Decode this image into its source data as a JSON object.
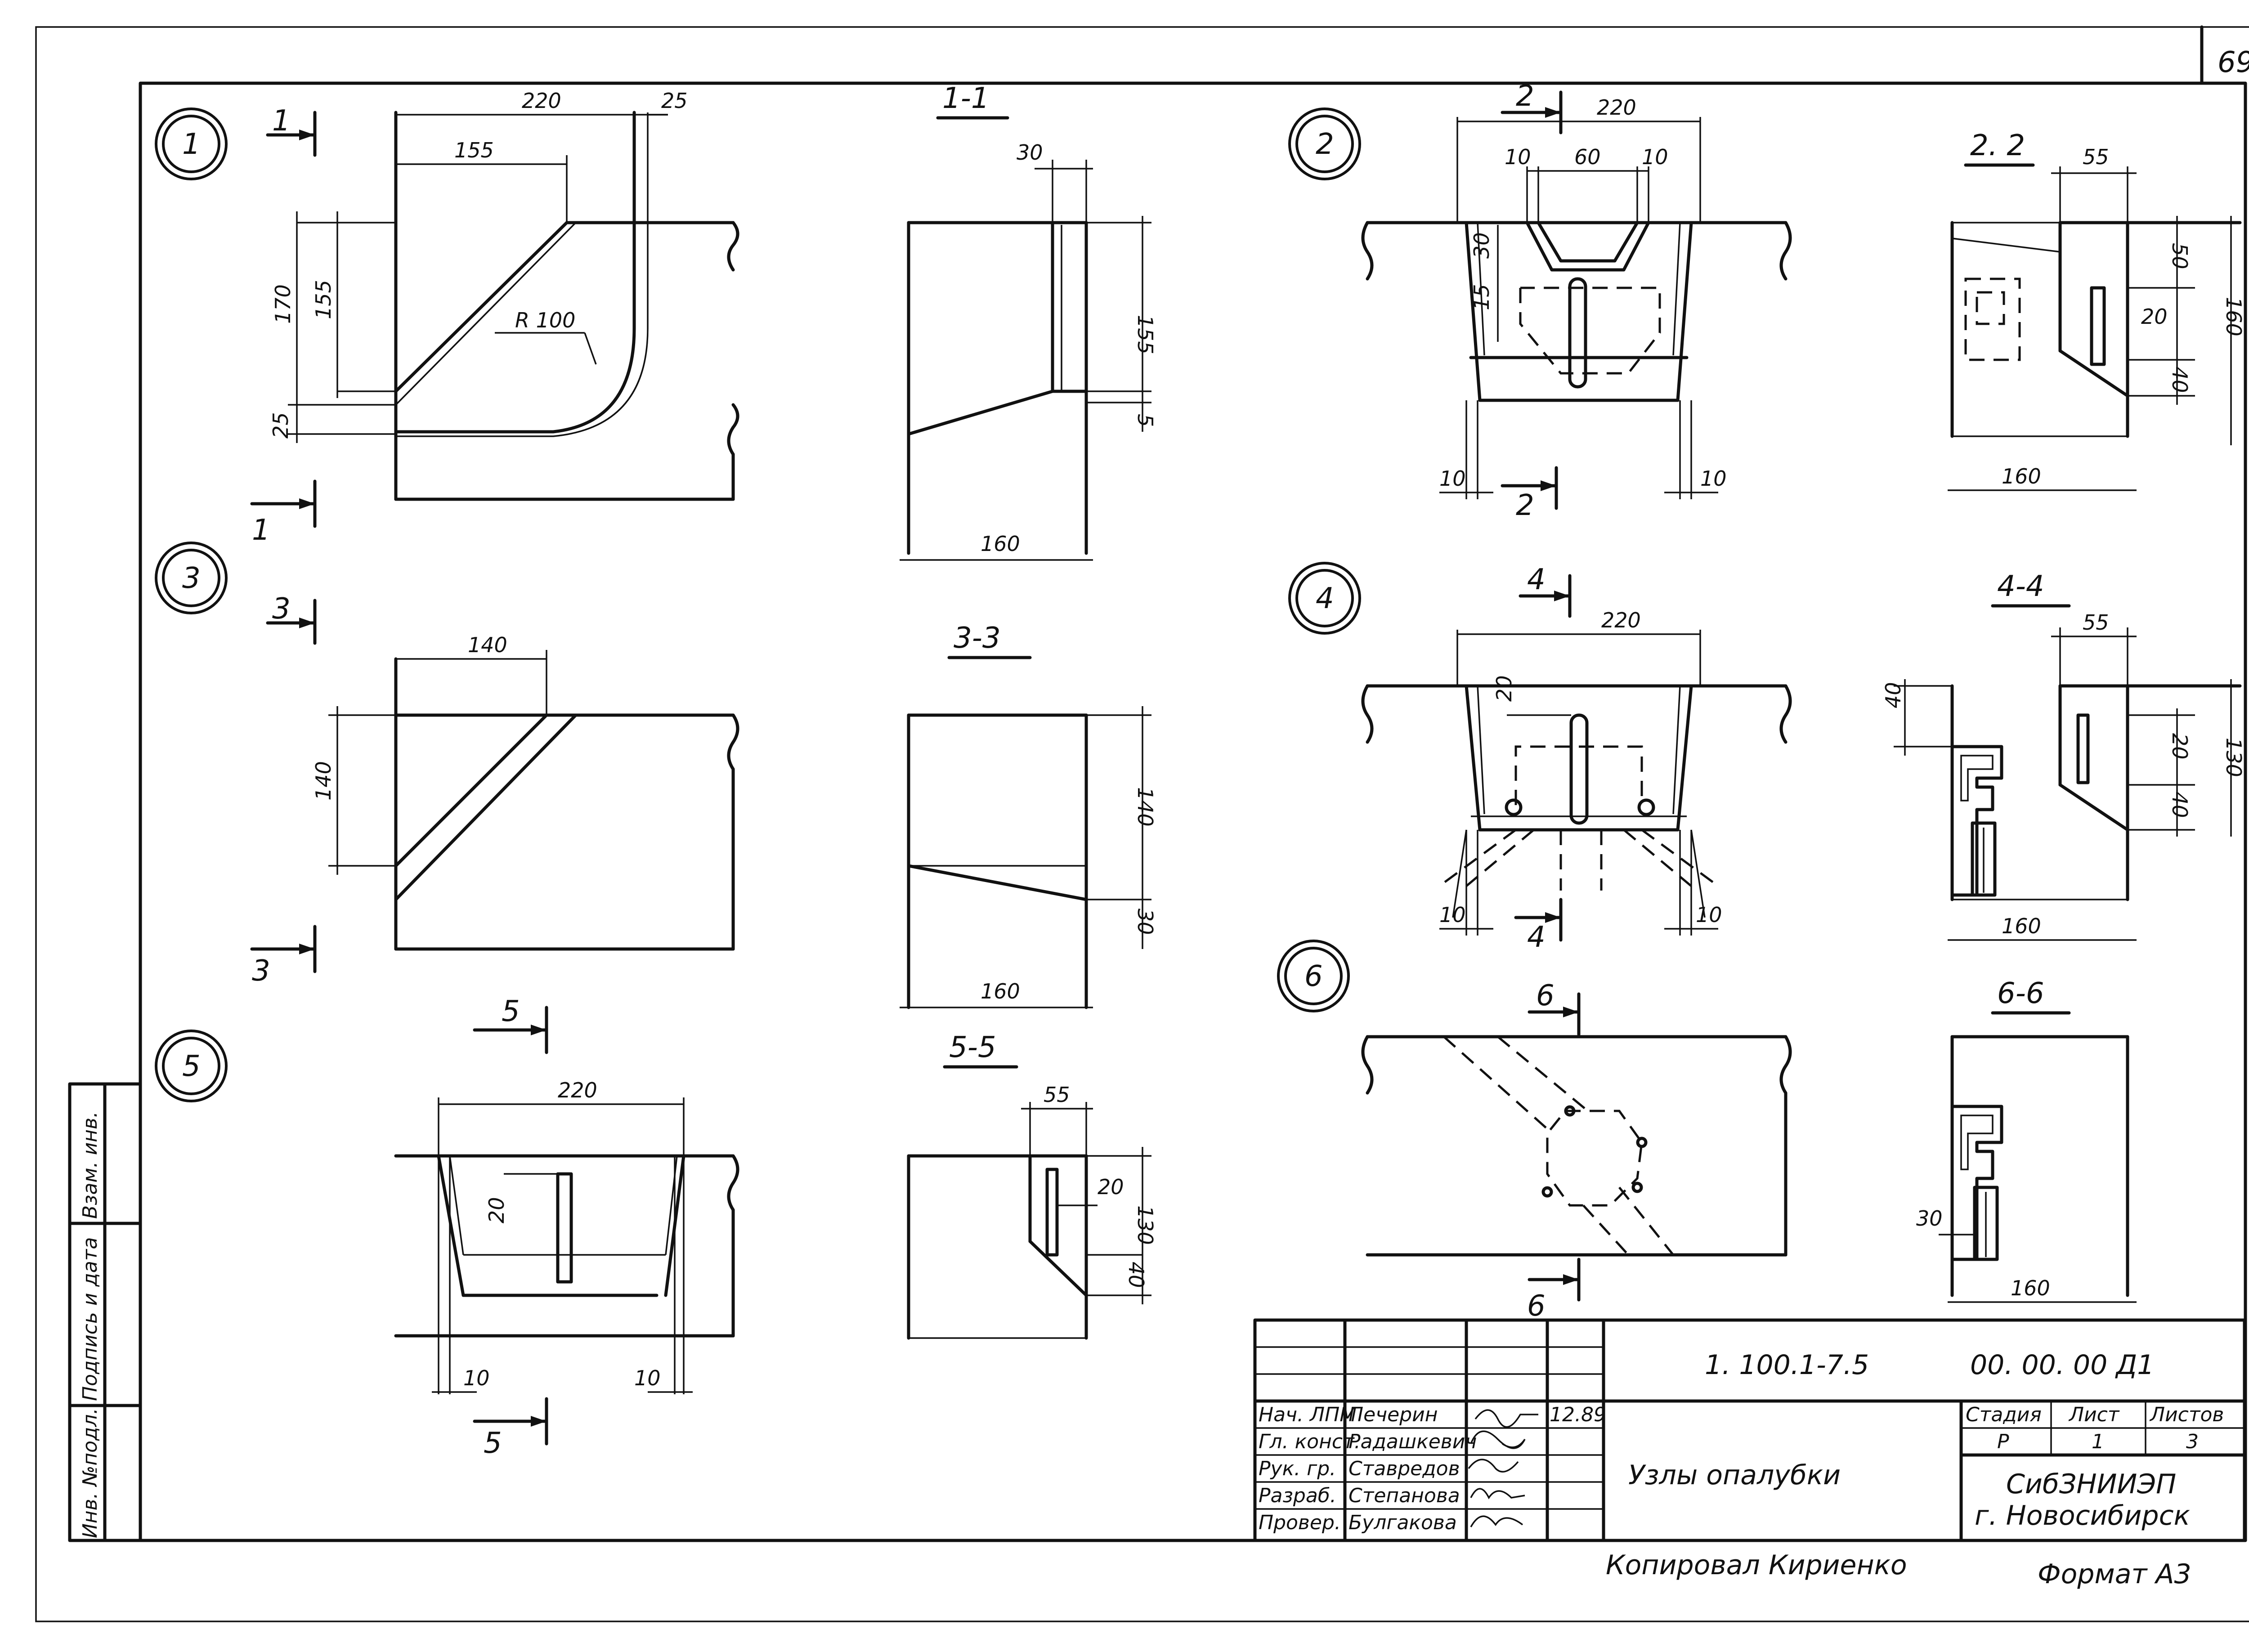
{
  "sheet": {
    "page_number": "69",
    "copied_by": "Копировал Кириенко",
    "format": "Формат А3"
  },
  "side_stamp": [
    "Инв. №подл.",
    "Подпись и дата",
    "Взам. инв."
  ],
  "nodes": {
    "n1": {
      "mark": "1",
      "section": "1-1",
      "cut": "1",
      "dims": {
        "w220": "220",
        "w155": "155",
        "w25": "25",
        "h170": "170",
        "h155": "155",
        "h25": "25",
        "r100": "R 100"
      },
      "sec_dims": {
        "t30": "30",
        "h155": "155",
        "h5": "5",
        "w160": "160"
      }
    },
    "n2": {
      "mark": "2",
      "section": "2. 2",
      "cut": "2",
      "dims": {
        "w220": "220",
        "w10a": "10",
        "w60": "60",
        "w10b": "10",
        "h30": "30",
        "h15": "15",
        "b10a": "10",
        "b10b": "10"
      },
      "sec_dims": {
        "w55": "55",
        "h50": "50",
        "h20": "20",
        "h160": "160",
        "h40": "40",
        "w160": "160"
      }
    },
    "n3": {
      "mark": "3",
      "section": "3-3",
      "cut": "3",
      "dims": {
        "w140": "140",
        "h140": "140"
      },
      "sec_dims": {
        "h140": "140",
        "h30": "30",
        "w160": "160"
      }
    },
    "n4": {
      "mark": "4",
      "section": "4-4",
      "cut": "4",
      "dims": {
        "w220": "220",
        "h20": "20",
        "b10a": "10",
        "b10b": "10"
      },
      "sec_dims": {
        "w55": "55",
        "h40": "40",
        "h20": "20",
        "h130": "130",
        "h40b": "40",
        "w160": "160"
      }
    },
    "n5": {
      "mark": "5",
      "section": "5-5",
      "cut": "5",
      "dims": {
        "w220": "220",
        "h20": "20",
        "b10a": "10",
        "b10b": "10"
      },
      "sec_dims": {
        "w55": "55",
        "h20": "20",
        "h130": "130",
        "h40": "40"
      }
    },
    "n6": {
      "mark": "6",
      "section": "6-6",
      "cut": "6",
      "sec_dims": {
        "h30": "30",
        "w160": "160"
      }
    }
  },
  "title_block": {
    "code_left": "1. 100.1-7.5",
    "code_right": "00. 00. 00 Д1",
    "title": "Узлы опалубки",
    "org": "СибЗНИИЭП",
    "city": "г. Новосибирск",
    "stage_label": "Стадия",
    "sheet_label": "Лист",
    "sheets_label": "Листов",
    "stage": "Р",
    "sheet": "1",
    "sheets": "3",
    "date": "12.89",
    "rows": [
      {
        "role": "Нач. ЛПМ",
        "name": "Печерин"
      },
      {
        "role": "Гл. конст.",
        "name": "Радашкевич"
      },
      {
        "role": "Рук. гр.",
        "name": "Ставредов"
      },
      {
        "role": "Разраб.",
        "name": "Степанова"
      },
      {
        "role": "Провер.",
        "name": "Булгакова"
      }
    ]
  }
}
